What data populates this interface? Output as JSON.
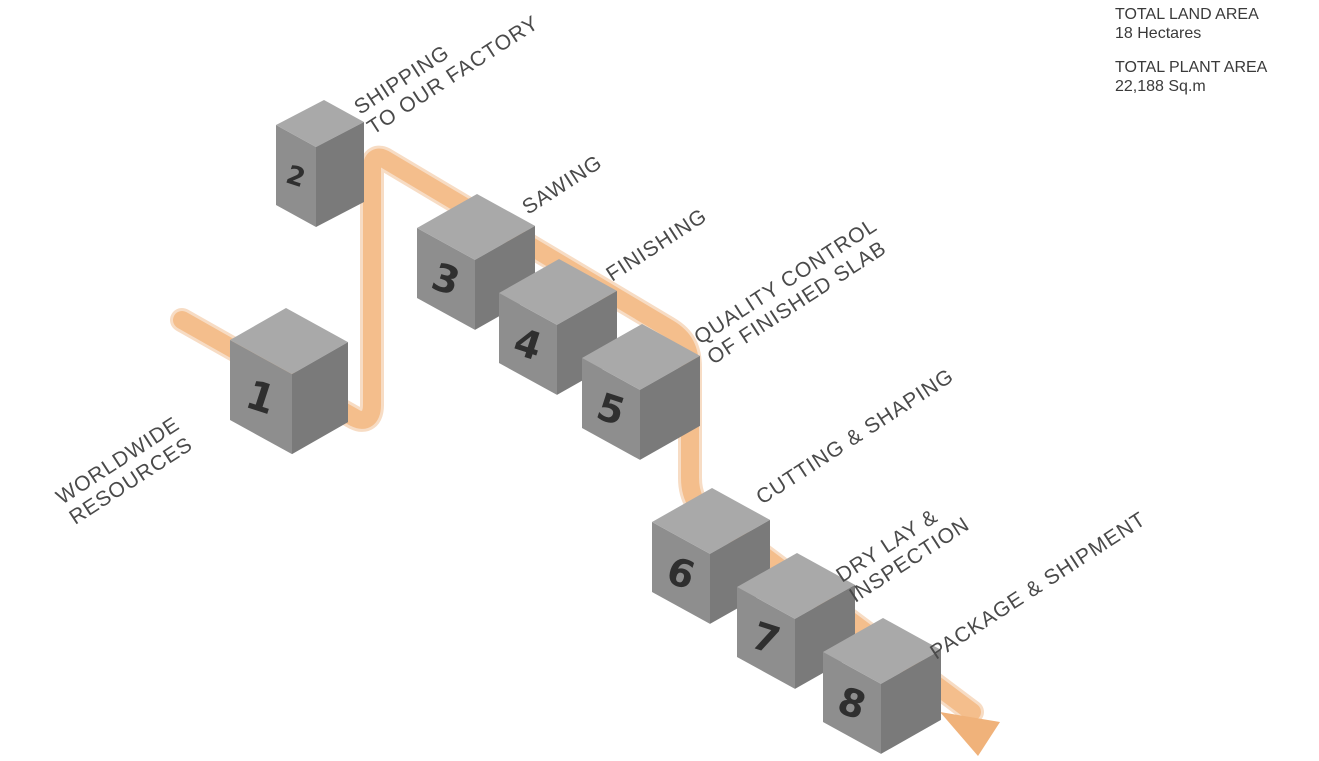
{
  "stats": [
    {
      "label": "TOTAL LAND AREA",
      "value": "18 Hectares"
    },
    {
      "label": "TOTAL PLANT AREA",
      "value": "22,188 Sq.m"
    }
  ],
  "colors": {
    "box_top": "#a9a9a9",
    "box_front": "#8e8e8e",
    "box_side": "#7a7a7a",
    "ribbon": "#f0b27a",
    "text": "#4a4a4a"
  },
  "steps": [
    {
      "number": "1",
      "lines": [
        "WORLDWIDE",
        "RESOURCES"
      ]
    },
    {
      "number": "2",
      "lines": [
        "SHIPPING",
        "TO OUR FACTORY"
      ]
    },
    {
      "number": "3",
      "lines": [
        "SAWING"
      ]
    },
    {
      "number": "4",
      "lines": [
        "FINISHING"
      ]
    },
    {
      "number": "5",
      "lines": [
        "QUALITY CONTROL",
        "OF FINISHED SLAB"
      ]
    },
    {
      "number": "6",
      "lines": [
        "CUTTING & SHAPING"
      ]
    },
    {
      "number": "7",
      "lines": [
        "DRY LAY &",
        "INSPECTION"
      ]
    },
    {
      "number": "8",
      "lines": [
        "PACKAGE & SHIPMENT"
      ]
    }
  ]
}
